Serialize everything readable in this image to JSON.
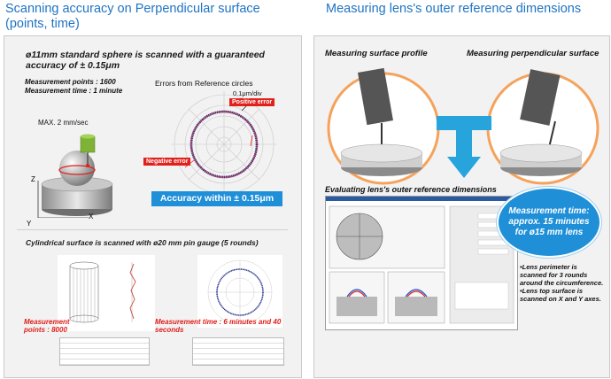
{
  "left": {
    "title": "Scanning accuracy on Perpendicular surface (points, time)",
    "headline": "ø11mm standard sphere is scanned with a guaranteed accuracy of ± 0.15μm",
    "meas_points": "Measurement points : 1600",
    "meas_time": "Measurement time : 1 minute",
    "speed": "MAX. 2 mm/sec",
    "errors_title": "Errors from Reference circles",
    "scale": "0.1μm/div",
    "positive_error": "Positive error",
    "negative_error": "Negative error",
    "accuracy_banner": "Accuracy within ± 0.15μm",
    "axis_z": "Z",
    "axis_x": "X",
    "axis_y": "Y",
    "cyl_title": "Cylindrical surface is scanned with ø20 mm pin gauge (5 rounds)",
    "cyl_points": "Measurement points : 8000",
    "cyl_time": "Measurement time : 6 minutes and 40 seconds"
  },
  "right": {
    "title": "Measuring lens's outer reference dimensions",
    "profile_label": "Measuring surface profile",
    "perp_label": "Measuring perpendicular surface",
    "eval_title": "Evaluating lens's outer reference dimensions",
    "time_bubble": "Measurement time: approx. 15 minutes for ø15 mm lens",
    "bullet1": "Lens perimeter is scanned for 3 rounds around the circumference.",
    "bullet2": "Lens top surface is scanned on X and Y axes."
  },
  "colors": {
    "title_blue": "#1f73c4",
    "accent_red": "#e0201b",
    "banner_blue": "#1f8fd8",
    "arrow_cyan": "#27a4dc",
    "circle_orange": "#f5a25b"
  }
}
